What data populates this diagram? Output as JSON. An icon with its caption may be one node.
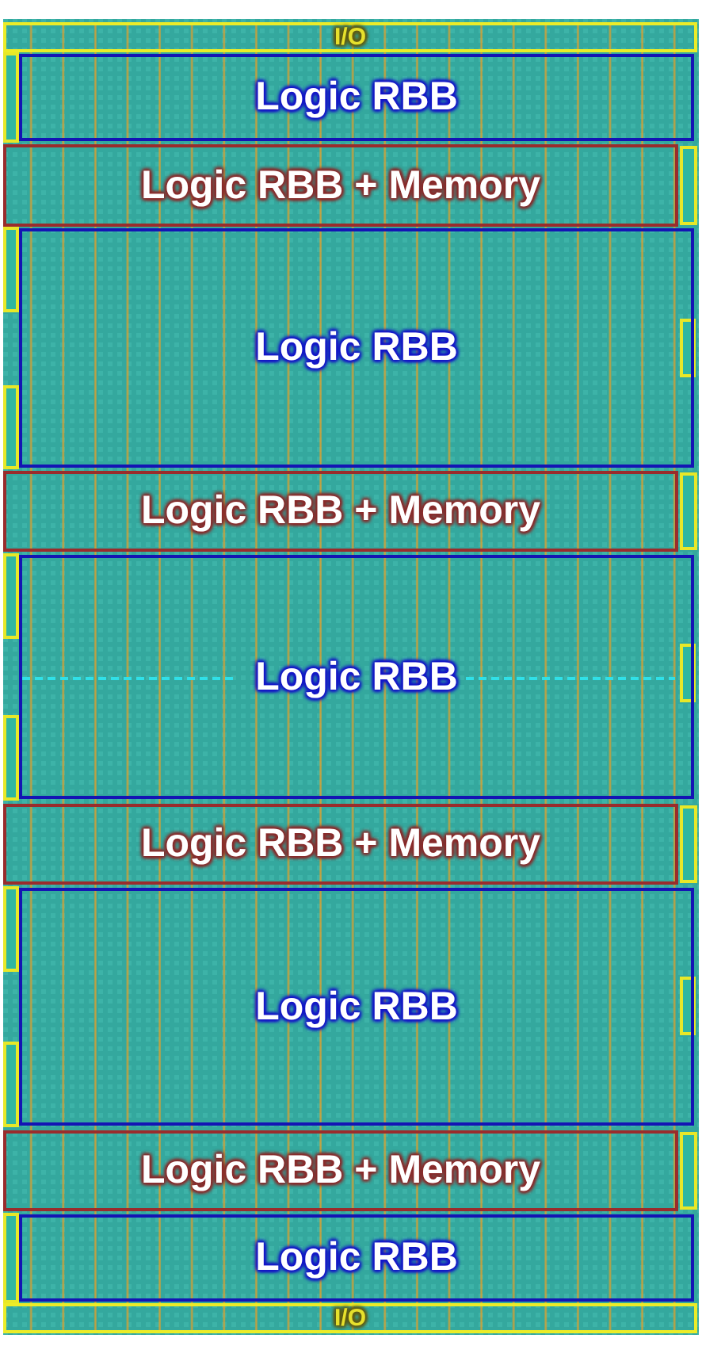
{
  "diagram": {
    "nodes": [
      {
        "text": [
          "I/O"
        ]
      },
      {
        "text": [
          "Logic RBB"
        ]
      },
      {
        "text": [
          "Logic RBB + Memory"
        ]
      },
      {
        "text": [
          "Logic RBB"
        ]
      },
      {
        "text": [
          "Logic RBB + Memory"
        ]
      },
      {
        "text": [
          "Logic RBB"
        ]
      },
      {
        "text": [
          "Logic RBB + Memory"
        ]
      },
      {
        "text": [
          "Logic RBB"
        ]
      },
      {
        "text": [
          "Logic RBB + Memory"
        ]
      },
      {
        "text": [
          "Logic RBB"
        ]
      },
      {
        "text": [
          "I/O"
        ]
      }
    ]
  }
}
